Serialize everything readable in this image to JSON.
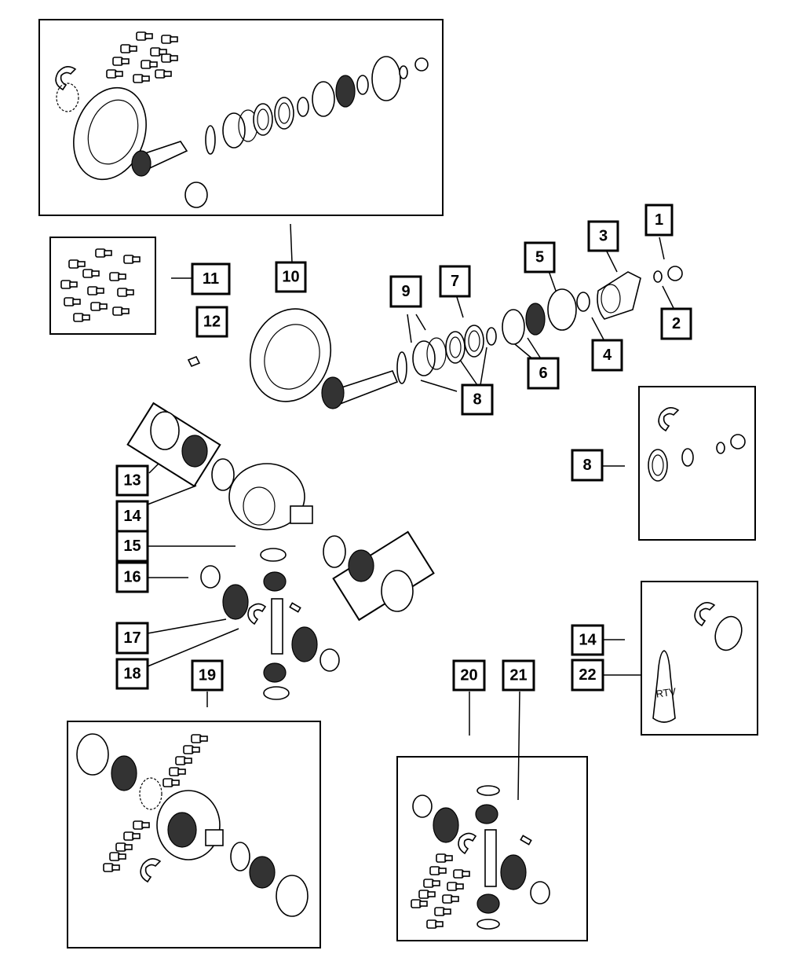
{
  "callouts": [
    {
      "id": "c1",
      "label": "1"
    },
    {
      "id": "c2",
      "label": "2"
    },
    {
      "id": "c3",
      "label": "3"
    },
    {
      "id": "c4",
      "label": "4"
    },
    {
      "id": "c5",
      "label": "5"
    },
    {
      "id": "c6",
      "label": "6"
    },
    {
      "id": "c7",
      "label": "7"
    },
    {
      "id": "c8a",
      "label": "8"
    },
    {
      "id": "c8b",
      "label": "8"
    },
    {
      "id": "c9",
      "label": "9"
    },
    {
      "id": "c10",
      "label": "10"
    },
    {
      "id": "c11",
      "label": "11"
    },
    {
      "id": "c12",
      "label": "12"
    },
    {
      "id": "c13",
      "label": "13"
    },
    {
      "id": "c14a",
      "label": "14"
    },
    {
      "id": "c14b",
      "label": "14"
    },
    {
      "id": "c15",
      "label": "15"
    },
    {
      "id": "c16",
      "label": "16"
    },
    {
      "id": "c17",
      "label": "17"
    },
    {
      "id": "c18",
      "label": "18"
    },
    {
      "id": "c19",
      "label": "19"
    },
    {
      "id": "c20",
      "label": "20"
    },
    {
      "id": "c21",
      "label": "21"
    },
    {
      "id": "c22",
      "label": "22"
    }
  ],
  "tube_label": "RTV"
}
